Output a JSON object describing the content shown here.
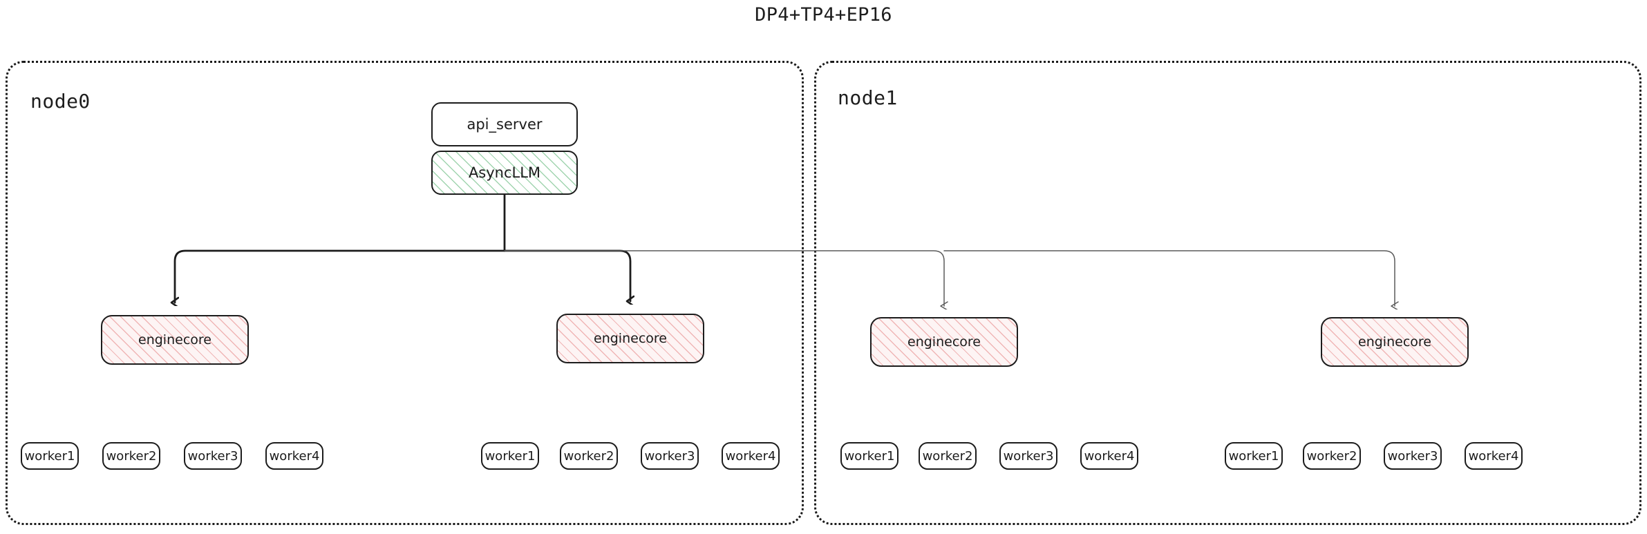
{
  "title": "DP4+TP4+EP16",
  "colors": {
    "stroke_dark": "#1c1c1c",
    "stroke_light": "#5a5a5a",
    "hatch_green": "#54b26e",
    "hatch_red": "#e27878",
    "background": "#ffffff",
    "text": "#1b1b1b"
  },
  "nodes": [
    {
      "id": "node0",
      "label": "node0",
      "processes": [
        {
          "id": "api_server",
          "label": "api_server",
          "fill": "white"
        },
        {
          "id": "asyncllm",
          "label": "AsyncLLM",
          "fill": "green-hatch"
        }
      ],
      "enginecores": [
        {
          "label": "enginecore",
          "fill": "red-hatch",
          "workers": [
            {
              "label": "worker1"
            },
            {
              "label": "worker2"
            },
            {
              "label": "worker3"
            },
            {
              "label": "worker4"
            }
          ]
        },
        {
          "label": "enginecore",
          "fill": "red-hatch",
          "workers": [
            {
              "label": "worker1"
            },
            {
              "label": "worker2"
            },
            {
              "label": "worker3"
            },
            {
              "label": "worker4"
            }
          ]
        }
      ]
    },
    {
      "id": "node1",
      "label": "node1",
      "processes": [],
      "enginecores": [
        {
          "label": "enginecore",
          "fill": "red-hatch",
          "workers": [
            {
              "label": "worker1"
            },
            {
              "label": "worker2"
            },
            {
              "label": "worker3"
            },
            {
              "label": "worker4"
            }
          ]
        },
        {
          "label": "enginecore",
          "fill": "red-hatch",
          "workers": [
            {
              "label": "worker1"
            },
            {
              "label": "worker2"
            },
            {
              "label": "worker3"
            },
            {
              "label": "worker4"
            }
          ]
        }
      ]
    }
  ]
}
